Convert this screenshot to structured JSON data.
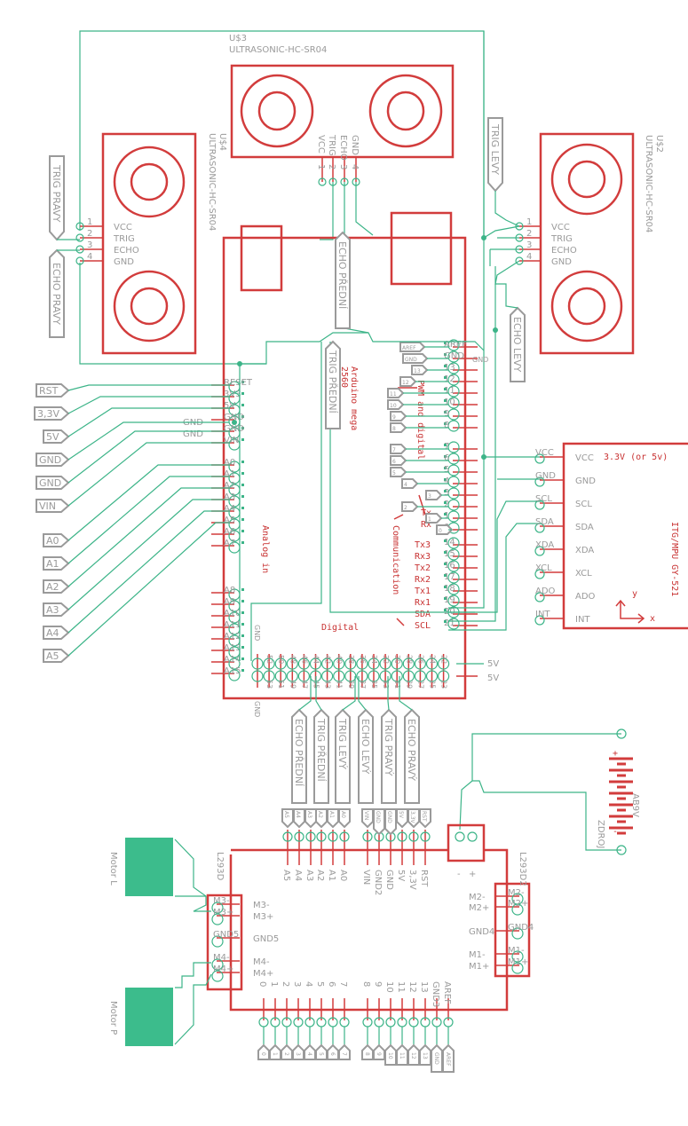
{
  "colors": {
    "part_outline": "#d23c3c",
    "wire": "#3cb488",
    "label": "#9a9a9a",
    "annotation": "#c83232",
    "motor_fill": "#3cbc8c"
  },
  "sensors": {
    "front": {
      "ref": "U$3",
      "type": "ULTRASONIC-HC-SR04",
      "pins": [
        "VCC",
        "TRIG",
        "ECHO",
        "GND"
      ],
      "pin_numbers": [
        "1",
        "2",
        "3",
        "4"
      ]
    },
    "right": {
      "ref": "U$4",
      "type": "ULTRASONIC-HC-SR04",
      "pins": [
        "VCC",
        "TRIG",
        "ECHO",
        "GND"
      ],
      "pin_numbers": [
        "1",
        "2",
        "3",
        "4"
      ],
      "flags": [
        "TRIG  PRAVY",
        "ECHO  PRAVY"
      ]
    },
    "left": {
      "ref": "U$2",
      "type": "ULTRASONIC-HC-SR04",
      "pins": [
        "VCC",
        "TRIG",
        "ECHO",
        "GND"
      ],
      "pin_numbers": [
        "1",
        "2",
        "3",
        "4"
      ],
      "flags": [
        "TRIG  LEVY",
        "ECHO  LEVY"
      ]
    }
  },
  "arduino": {
    "name": "Arduino mega",
    "model": "2560",
    "sections": {
      "analog": "Analog in",
      "pwm": "PWM and digital",
      "comm": "Communication",
      "digital": "Digital"
    },
    "power_pins": [
      "RESET",
      "3V3",
      "5V",
      "GND",
      "GND",
      "VIN"
    ],
    "gnd_labels": [
      "GND",
      "GND"
    ],
    "analog_pins": [
      "A0",
      "A1",
      "A2",
      "A3",
      "A4",
      "A5",
      "A6",
      "A7",
      "A8",
      "A9",
      "A10",
      "A11",
      "A12",
      "A13",
      "A14",
      "A15"
    ],
    "pwm_pins": [
      "AREF",
      "GND",
      "13",
      "12",
      "11",
      "10",
      "9",
      "8",
      "7",
      "6",
      "5",
      "4",
      "3",
      "2",
      "1",
      "0"
    ],
    "comm_pins": [
      {
        "num": "14",
        "label": "Tx3"
      },
      {
        "num": "15",
        "label": "Rx3"
      },
      {
        "num": "16",
        "label": "Tx2"
      },
      {
        "num": "17",
        "label": "Rx2"
      },
      {
        "num": "18",
        "label": "Tx1"
      },
      {
        "num": "19",
        "label": "Rx1"
      },
      {
        "num": "20",
        "label": "SDA"
      },
      {
        "num": "21",
        "label": "SCL"
      }
    ],
    "tx_label": "Tx",
    "rx_label": "Rx",
    "header_top": [
      "22",
      "24",
      "26",
      "28",
      "30",
      "32",
      "34",
      "36",
      "38",
      "40",
      "42",
      "44",
      "46",
      "48",
      "50",
      "52"
    ],
    "header_bottom": [
      "23",
      "25",
      "27",
      "29",
      "31",
      "33",
      "35",
      "37",
      "39",
      "41",
      "43",
      "45",
      "47",
      "49",
      "51",
      "53"
    ],
    "header_5v": [
      "5V",
      "5V"
    ],
    "header_gnd": "GND",
    "pwm_flags": [
      "AREF",
      "GND",
      "13",
      "12",
      "11",
      "10",
      "9",
      "8",
      "7",
      "6",
      "5",
      "4",
      "3",
      "2",
      "1",
      "0"
    ],
    "front_flags": [
      "ECHO  PŘEDNÍ",
      "TRIG  PŘEDNÍ"
    ]
  },
  "left_flags": [
    "RST",
    "3,3V",
    "5V",
    "GND",
    "GND",
    "VIN",
    "A0",
    "A1",
    "A2",
    "A3",
    "A4",
    "A5"
  ],
  "bottom_flags": [
    "ECHO  PŘEDNÍ",
    "TRIG  PŘEDNÍ",
    "TRIG  LEVÝ",
    "ECHO  LEVÝ",
    "TRIG  PRAVÝ",
    "ECHO  PRAVÝ"
  ],
  "gyro": {
    "name": "ITG/MPU  GY-521",
    "note": "3.3V (or 5v)",
    "pins": [
      "VCC",
      "GND",
      "SCL",
      "SDA",
      "XDA",
      "XCL",
      "ADO",
      "INT"
    ],
    "axis_x": "x",
    "axis_y": "y"
  },
  "battery": {
    "name": "AB9V",
    "ref": "ZDROJ",
    "plus": "+",
    "minus": "-"
  },
  "motor_shield": {
    "name": "L293D",
    "top_flags_left": [
      "A5",
      "A4",
      "A3",
      "A2",
      "A1",
      "A0"
    ],
    "top_flags_right": [
      "VIN",
      "GND",
      "GND",
      "5V",
      "3,3V",
      "RST"
    ],
    "top_pins": [
      "A5",
      "A4",
      "A3",
      "A2",
      "A1",
      "A0",
      "VIN",
      "GND2",
      "GND",
      "5V",
      "3,3V",
      "RST"
    ],
    "power_terminal": [
      "-",
      "+"
    ],
    "left_block": {
      "name": "L293D",
      "pins": [
        "M3-",
        "M3+",
        "GND5",
        "M4-",
        "M4+"
      ]
    },
    "right_block": {
      "name": "L293D2",
      "pins": [
        "M2-",
        "M2+",
        "GND4",
        "M1-",
        "M1+"
      ]
    },
    "bottom_pins": [
      "0",
      "1",
      "2",
      "3",
      "4",
      "5",
      "6",
      "7",
      "8",
      "9",
      "10",
      "11",
      "12",
      "13",
      "GND3",
      "AREF"
    ],
    "bottom_flags": [
      "0",
      "1",
      "2",
      "3",
      "4",
      "5",
      "6",
      "7",
      "8",
      "9",
      "10",
      "11",
      "12",
      "13",
      "GND",
      "AREF"
    ]
  },
  "motors": [
    {
      "name": "Motor L"
    },
    {
      "name": "Motor P"
    }
  ]
}
